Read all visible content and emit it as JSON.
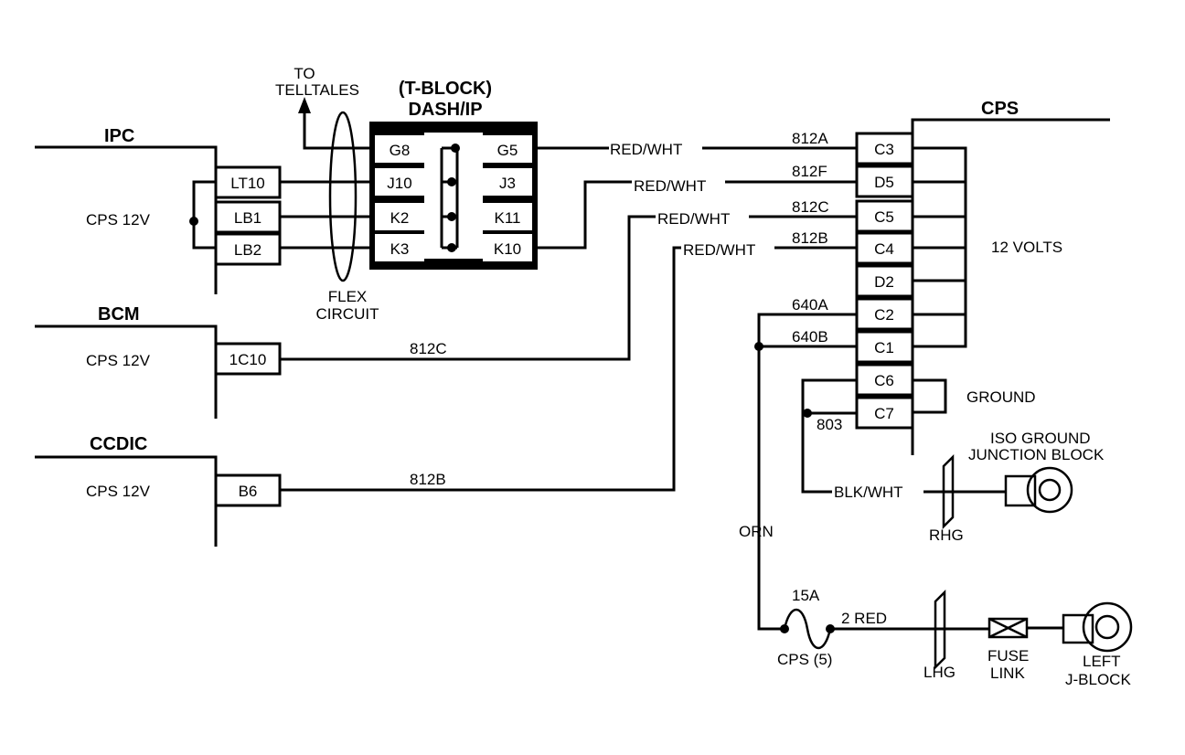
{
  "modules": {
    "ipc": "IPC",
    "bcm": "BCM",
    "ccdic": "CCDIC",
    "cps": "CPS",
    "cps_12v": "CPS 12V"
  },
  "ipc_pins": [
    "LT10",
    "LB1",
    "LB2"
  ],
  "bcm_pin": "1C10",
  "ccdic_pin": "B6",
  "telltales": {
    "line1": "TO",
    "line2": "TELLTALES"
  },
  "flex": {
    "line1": "FLEX",
    "line2": "CIRCUIT"
  },
  "tblock": {
    "title1": "(T-BLOCK)",
    "title2": "DASH/IP",
    "left": [
      "G8",
      "J10",
      "K2",
      "K3"
    ],
    "right": [
      "G5",
      "J3",
      "K11",
      "K10"
    ]
  },
  "cps_pins": [
    "C3",
    "D5",
    "C5",
    "C4",
    "D2",
    "C2",
    "C1",
    "C6",
    "C7"
  ],
  "circuits": {
    "c812a": "812A",
    "c812f": "812F",
    "c812c": "812C",
    "c812b": "812B",
    "c640a": "640A",
    "c640b": "640B",
    "c803": "803"
  },
  "wire_colors": {
    "red_wht": "RED/WHT",
    "blk_wht": "BLK/WHT",
    "orn": "ORN",
    "red2": "2 RED"
  },
  "labels": {
    "twelve_volts": "12 VOLTS",
    "ground": "GROUND",
    "iso_ground1": "ISO GROUND",
    "iso_ground2": "JUNCTION BLOCK",
    "rhg": "RHG",
    "lhg": "LHG",
    "fuse_amps": "15A",
    "fuse_name": "CPS (5)",
    "fuse_link1": "FUSE",
    "fuse_link2": "LINK",
    "left_jblock1": "LEFT",
    "left_jblock2": "J-BLOCK"
  }
}
